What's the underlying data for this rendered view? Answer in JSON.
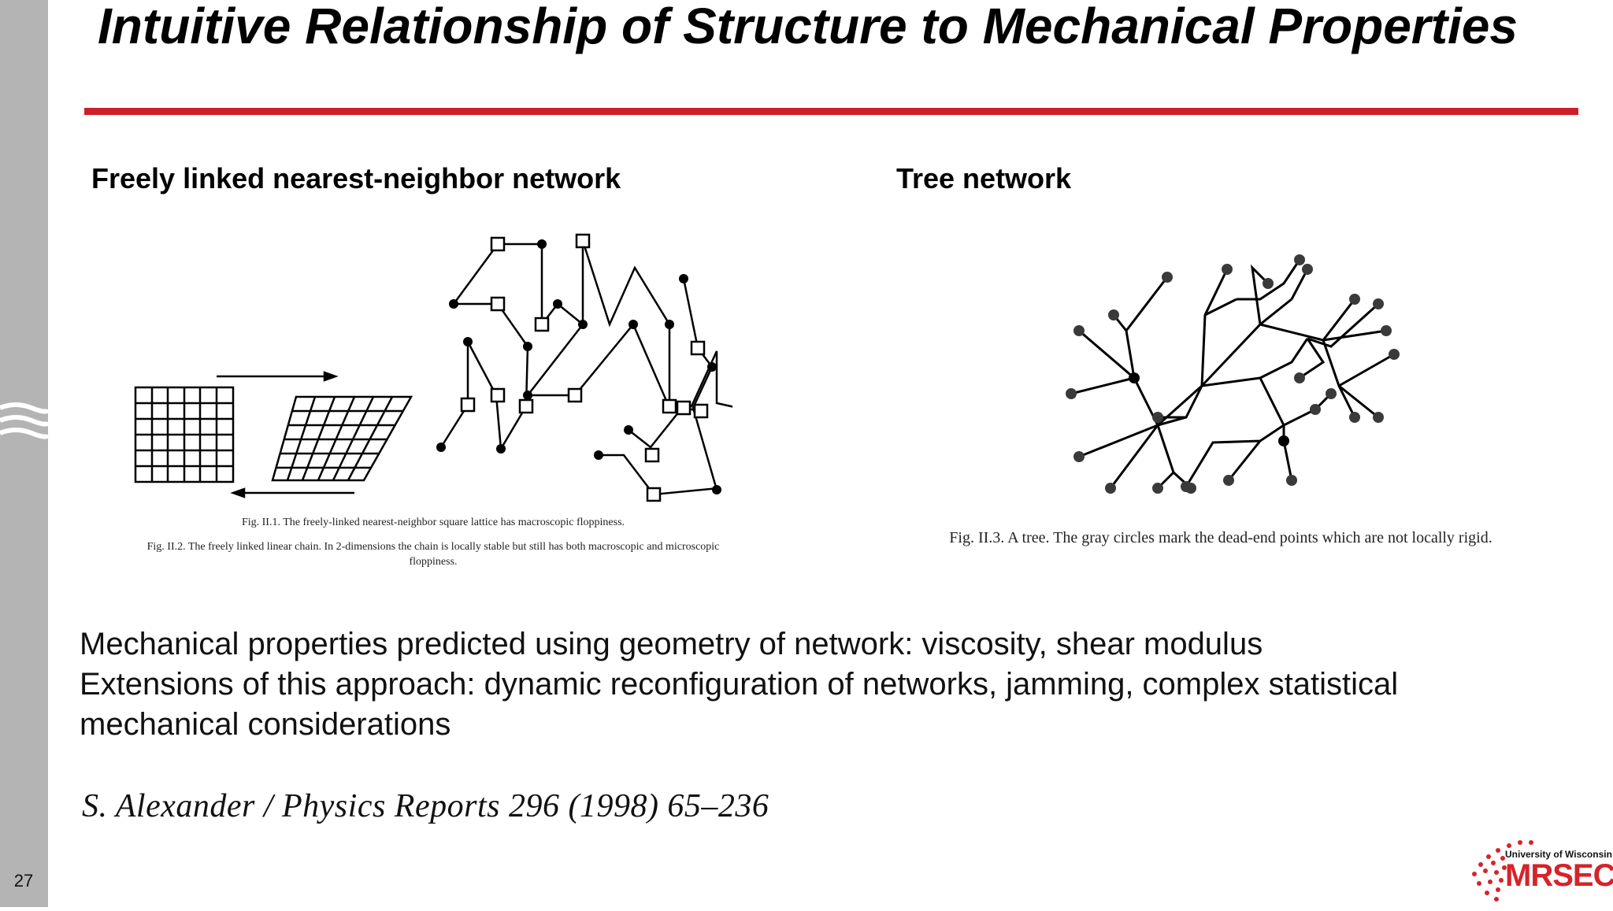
{
  "slide": {
    "number": "27",
    "title": "Intuitive Relationship of Structure to Mechanical Properties"
  },
  "left_figure": {
    "heading": "Freely linked nearest-neighbor network",
    "caption_1": "Fig. II.1. The freely-linked nearest-neighbor square lattice has macroscopic floppiness.",
    "caption_2": "Fig. II.2. The freely linked linear chain. In 2-dimensions the chain is locally stable but still has both macroscopic and microscopic floppiness."
  },
  "right_figure": {
    "heading": "Tree network",
    "caption": "Fig. II.3. A tree. The gray circles mark the dead-end points which are not locally rigid."
  },
  "body": {
    "line_1": "Mechanical properties predicted using geometry of network: viscosity, shear modulus",
    "line_2": "Extensions of this approach: dynamic reconfiguration of networks, jamming, complex statistical mechanical considerations"
  },
  "citation": "S. Alexander / Physics Reports 296 (1998) 65–236",
  "logo": {
    "small_text": "University of Wisconsin",
    "big_text": "MRSEC"
  },
  "colors": {
    "accent_red": "#cc1f2a",
    "sidebar_gray": "#b4b4b4"
  }
}
